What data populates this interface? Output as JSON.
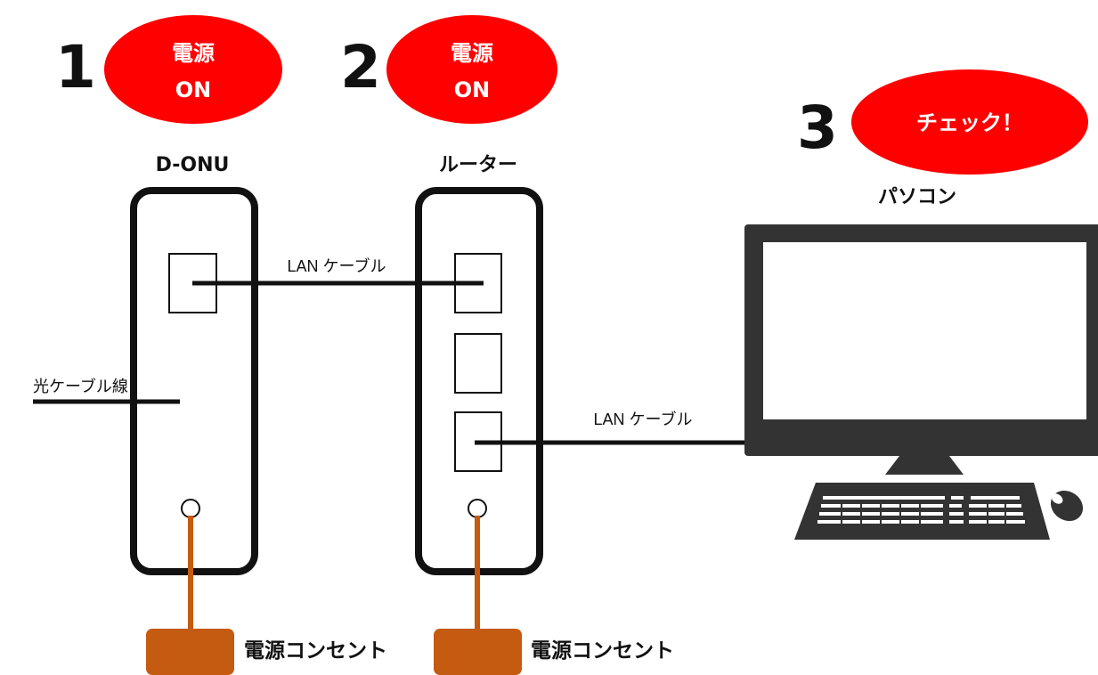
{
  "steps": [
    {
      "number": "1",
      "line1": "電源",
      "line2": "ON"
    },
    {
      "number": "2",
      "line1": "電源",
      "line2": "ON"
    },
    {
      "number": "3",
      "text": "チェック！"
    }
  ],
  "devices": {
    "onu": "D-ONU",
    "router": "ルーター",
    "pc": "パソコン"
  },
  "cables": {
    "lan_1": "LAN ケーブル",
    "lan_2": "LAN ケーブル",
    "fiber": "光ケーブル線"
  },
  "outlets": {
    "onu": "電源コンセント",
    "router": "電源コンセント"
  },
  "colors": {
    "step_oval": "#ff0000",
    "power_cord": "#c55a11",
    "device_outline": "#111111",
    "monitor": "#333333"
  }
}
